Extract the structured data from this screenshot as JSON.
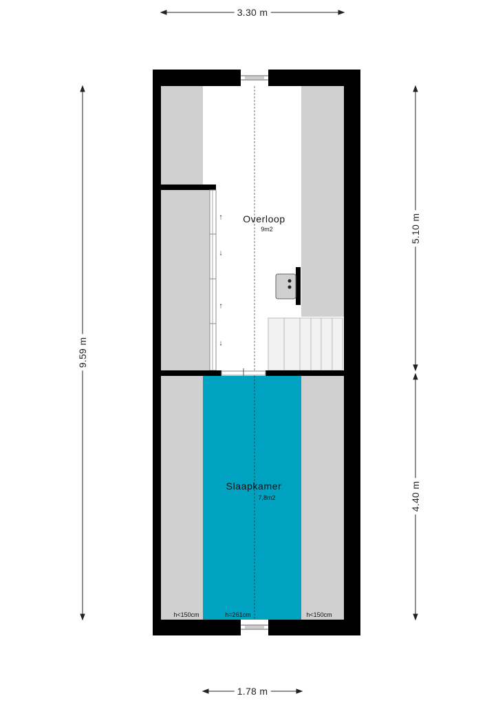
{
  "dimensions": {
    "top_width": "3.30 m",
    "bottom_width": "1.78 m",
    "total_height": "9.59 m",
    "upper_height": "5.10 m",
    "lower_height": "4.40 m"
  },
  "rooms": {
    "overloop": {
      "name": "Overloop",
      "area": "9m2"
    },
    "slaapkamer": {
      "name": "Slaapkamer",
      "area": "7,8m2"
    }
  },
  "heights": {
    "left": "h<150cm",
    "center": "h=261cm",
    "right": "h<150cm"
  },
  "colors": {
    "wall": "#000000",
    "low_ceiling": "#d0d0d0",
    "bedroom_fill": "#00a2c2",
    "floor": "#ffffff"
  },
  "icons": {
    "up_arrow": "↑",
    "down_arrow": "↓"
  }
}
